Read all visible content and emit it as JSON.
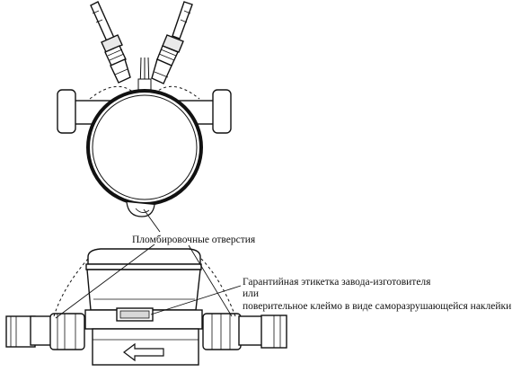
{
  "labels": {
    "sealing_holes": "Пломбировочные отверстия",
    "warranty_label": "Гарантийная этикетка завода-изготовителя",
    "or": "или",
    "verification_stamp": "поверительное клеймо в виде саморазрушающейся наклейки"
  }
}
